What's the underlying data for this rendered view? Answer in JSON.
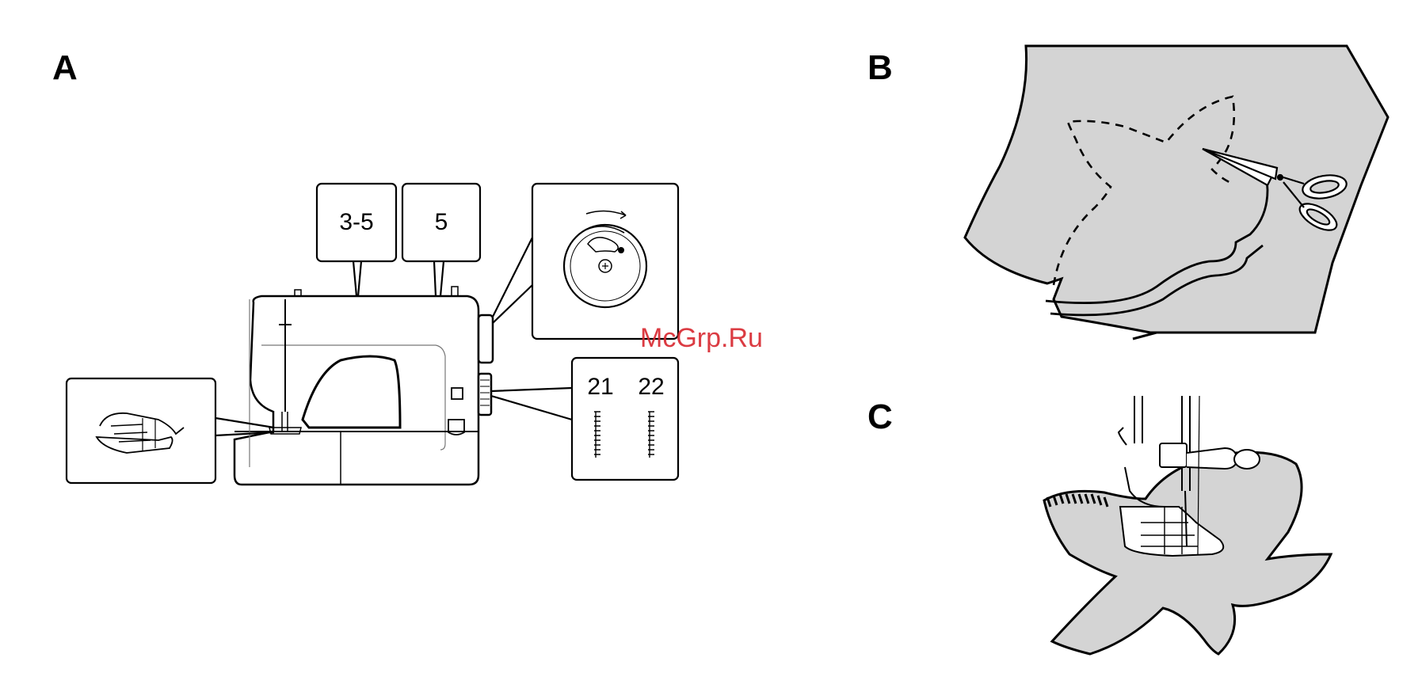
{
  "panels": {
    "a": {
      "letter": "A"
    },
    "b": {
      "letter": "B"
    },
    "c": {
      "letter": "C"
    }
  },
  "callouts": {
    "thread_tension": "3-5",
    "stitch_width": "5",
    "pattern_left": "21",
    "pattern_right": "22"
  },
  "watermark": "McGrp.Ru",
  "colors": {
    "fabric_fill": "#d4d4d4",
    "line": "#000000",
    "watermark": "#d8262e"
  }
}
